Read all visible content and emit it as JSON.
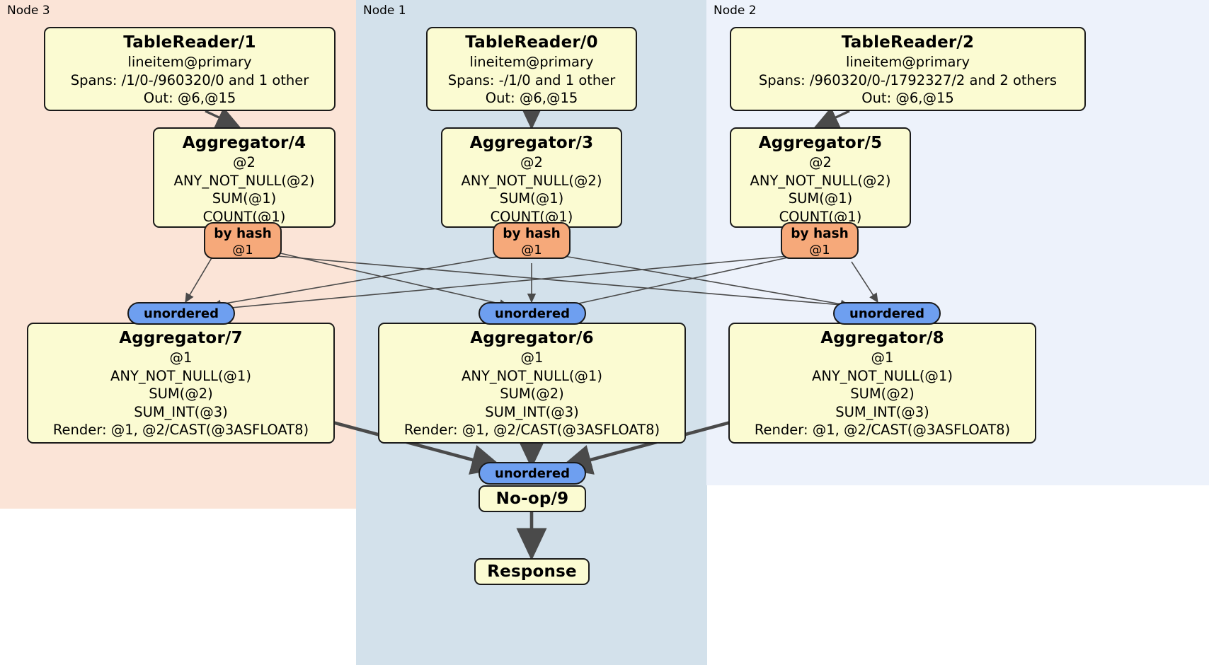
{
  "diagram": {
    "type": "distributed-query-plan",
    "panels": [
      {
        "id": "node3",
        "label": "Node 3",
        "color": "#fbe4d7"
      },
      {
        "id": "node1",
        "label": "Node 1",
        "color": "#d3e1eb"
      },
      {
        "id": "node2",
        "label": "Node 2",
        "color": "#edf2fb"
      }
    ],
    "processors": {
      "table_reader_1": {
        "title": "TableReader/1",
        "lines": [
          "lineitem@primary",
          "Spans: /1/0-/960320/0 and 1 other",
          "Out: @6,@15"
        ]
      },
      "table_reader_0": {
        "title": "TableReader/0",
        "lines": [
          "lineitem@primary",
          "Spans: -/1/0 and 1 other",
          "Out: @6,@15"
        ]
      },
      "table_reader_2": {
        "title": "TableReader/2",
        "lines": [
          "lineitem@primary",
          "Spans: /960320/0-/1792327/2 and 2 others",
          "Out: @6,@15"
        ]
      },
      "aggregator_4": {
        "title": "Aggregator/4",
        "lines": [
          "@2",
          "ANY_NOT_NULL(@2)",
          "SUM(@1)",
          "COUNT(@1)"
        ]
      },
      "aggregator_3": {
        "title": "Aggregator/3",
        "lines": [
          "@2",
          "ANY_NOT_NULL(@2)",
          "SUM(@1)",
          "COUNT(@1)"
        ]
      },
      "aggregator_5": {
        "title": "Aggregator/5",
        "lines": [
          "@2",
          "ANY_NOT_NULL(@2)",
          "SUM(@1)",
          "COUNT(@1)"
        ]
      },
      "aggregator_7": {
        "title": "Aggregator/7",
        "lines": [
          "@1",
          "ANY_NOT_NULL(@1)",
          "SUM(@2)",
          "SUM_INT(@3)",
          "Render: @1, @2/CAST(@3ASFLOAT8)"
        ]
      },
      "aggregator_6": {
        "title": "Aggregator/6",
        "lines": [
          "@1",
          "ANY_NOT_NULL(@1)",
          "SUM(@2)",
          "SUM_INT(@3)",
          "Render: @1, @2/CAST(@3ASFLOAT8)"
        ]
      },
      "aggregator_8": {
        "title": "Aggregator/8",
        "lines": [
          "@1",
          "ANY_NOT_NULL(@1)",
          "SUM(@2)",
          "SUM_INT(@3)",
          "Render: @1, @2/CAST(@3ASFLOAT8)"
        ]
      },
      "noop_9": {
        "title": "No-op/9",
        "lines": []
      },
      "response": {
        "title": "Response",
        "lines": []
      }
    },
    "routers": {
      "by_hash": {
        "label": "by hash",
        "column": "@1"
      },
      "unordered": {
        "label": "unordered"
      }
    },
    "colors": {
      "box_fill": "#fbfbd2",
      "box_border": "#1a1a1a",
      "hash_router": "#f6a97a",
      "unordered_router": "#6e9ff0",
      "edge": "#4a4a4a",
      "node3_bg": "#fbe4d7",
      "node1_bg": "#d3e1eb",
      "node2_bg": "#edf2fb"
    }
  }
}
